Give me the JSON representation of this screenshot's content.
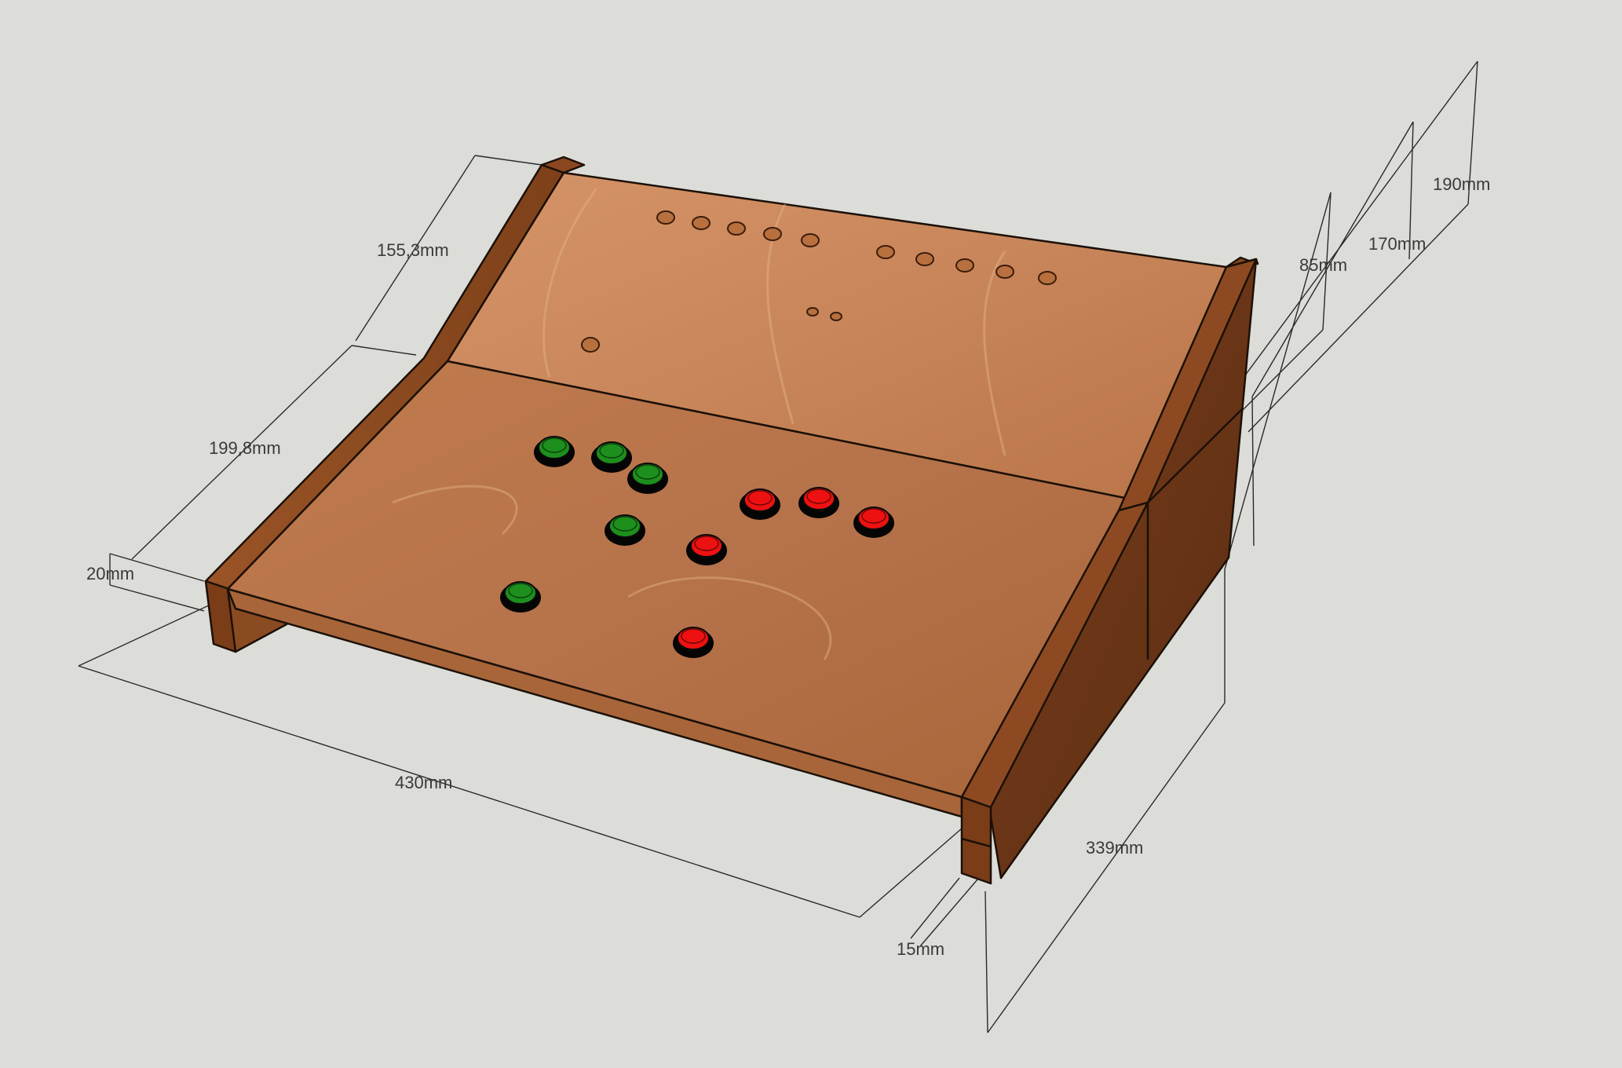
{
  "dimensions": {
    "top_panel_depth": "155,3mm",
    "control_panel_depth": "199,8mm",
    "board_thickness": "20mm",
    "width": "430mm",
    "side_thickness": "15mm",
    "total_depth": "339mm",
    "front_height": "85mm",
    "mid_height": "170mm",
    "back_height": "190mm"
  },
  "colors": {
    "background": "#dcdcd8",
    "wood_light": "#c98a5a",
    "wood_dark": "#6b3516",
    "button_green": "#1d8f1d",
    "button_red": "#ee1111"
  }
}
